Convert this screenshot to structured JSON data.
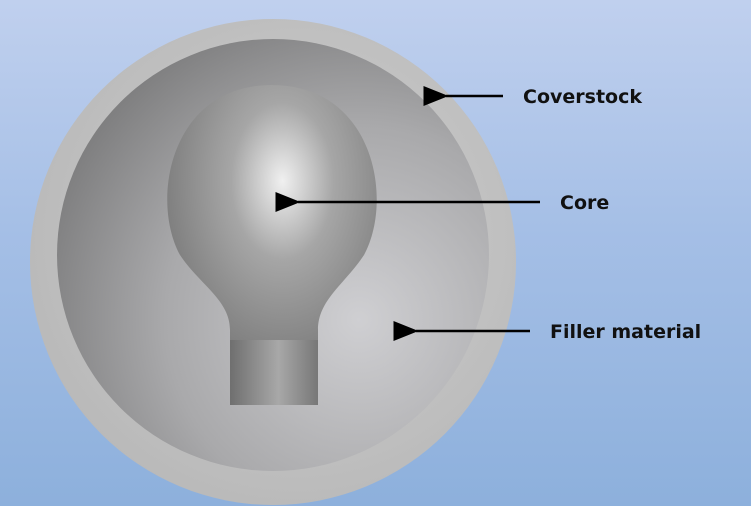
{
  "labels": {
    "coverstock": "Coverstock",
    "core": "Core",
    "filler": "Filler material"
  },
  "colors": {
    "background_top": "#c0d0ee",
    "background_bottom": "#8db0dc",
    "coverstock": "#c4c4c4",
    "filler": "#a8a8a8",
    "core": "#8a8a8a",
    "arrow": "#000000"
  }
}
